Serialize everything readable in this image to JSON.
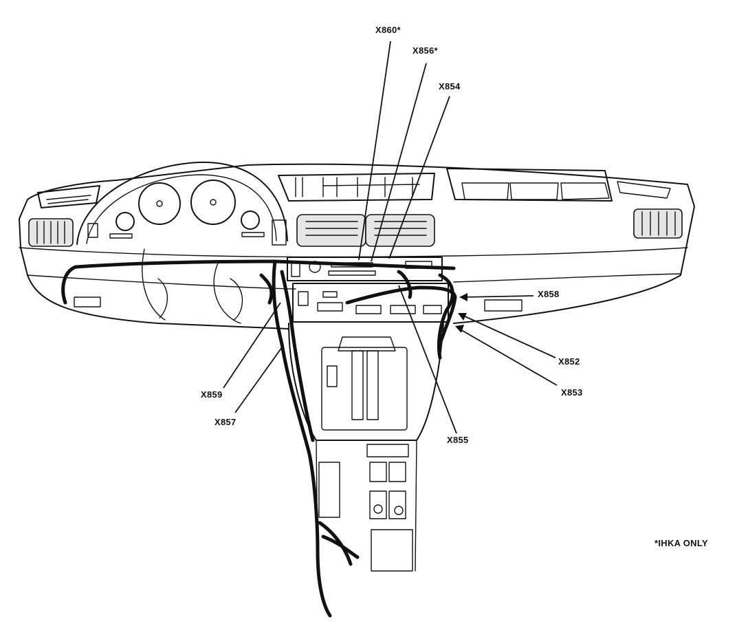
{
  "labels": {
    "x860": "X860*",
    "x856": "X856*",
    "x854": "X854",
    "x858": "X858",
    "x852": "X852",
    "x853": "X853",
    "x855": "X855",
    "x859": "X859",
    "x857": "X857"
  },
  "footnote": "*IHKA ONLY"
}
